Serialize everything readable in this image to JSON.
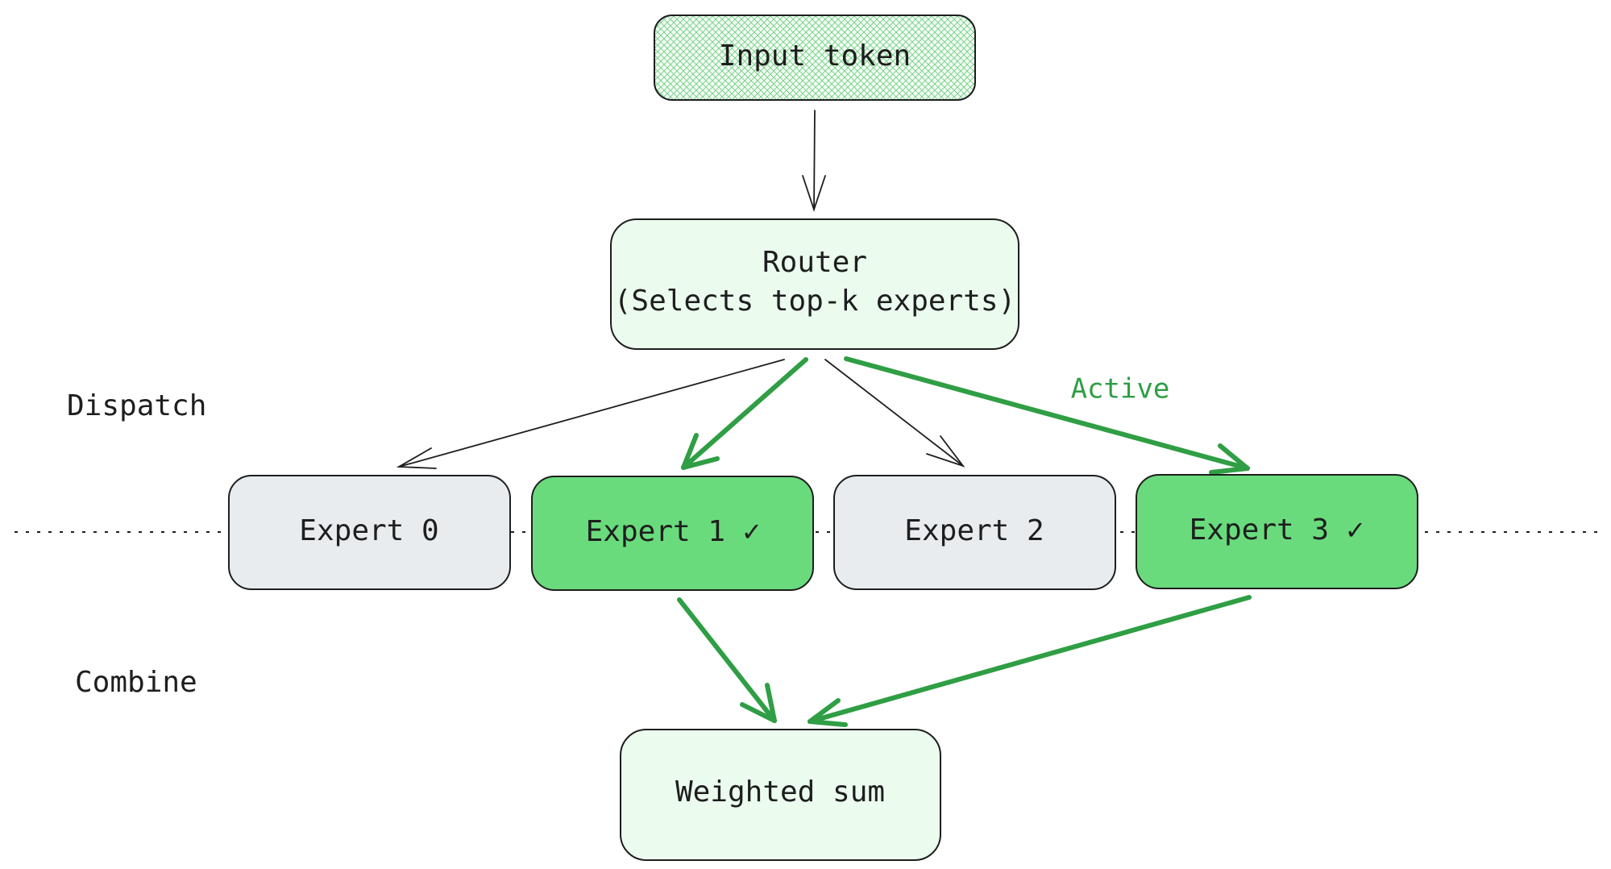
{
  "colors": {
    "stroke": "#1e1e1e",
    "active_green": "#2f9e44",
    "active_fill": "#69db7c",
    "light_green_fill": "#ebfbee",
    "inactive_fill": "#e9ecef",
    "hatch_green": "#40c057"
  },
  "nodes": {
    "input": {
      "label": "Input token"
    },
    "router": {
      "line1": "Router",
      "line2": "(Selects top-k experts)"
    },
    "experts": [
      {
        "label": "Expert 0",
        "active": false
      },
      {
        "label": "Expert 1 ✓",
        "active": true
      },
      {
        "label": "Expert 2",
        "active": false
      },
      {
        "label": "Expert 3 ✓",
        "active": true
      }
    ],
    "output": {
      "label": "Weighted sum"
    }
  },
  "side_labels": {
    "dispatch": "Dispatch",
    "combine": "Combine"
  },
  "edge_labels": {
    "active": "Active"
  }
}
